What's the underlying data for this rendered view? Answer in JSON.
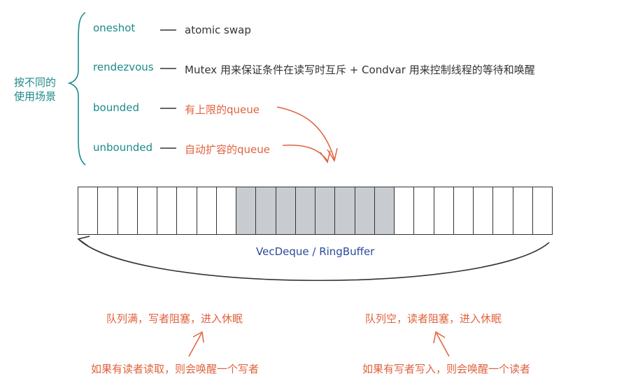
{
  "category": {
    "line1": "按不同的",
    "line2": "使用场景"
  },
  "channels": [
    {
      "name": "oneshot",
      "desc": "atomic swap"
    },
    {
      "name": "rendezvous",
      "desc": "Mutex 用来保证条件在读写时互斥 + Condvar 用来控制线程的等待和唤醒"
    },
    {
      "name": "bounded",
      "desc": "有上限的queue"
    },
    {
      "name": "unbounded",
      "desc": "自动扩容的queue"
    }
  ],
  "buffer": {
    "label": "VecDeque / RingBuffer",
    "cells": [
      false,
      false,
      false,
      false,
      false,
      false,
      false,
      false,
      true,
      true,
      true,
      true,
      true,
      true,
      true,
      true,
      false,
      false,
      false,
      false,
      false,
      false,
      false,
      false
    ]
  },
  "notes": {
    "full": "队列满，写者阻塞，进入休眠",
    "empty": "队列空，读者阻塞，进入休眠",
    "wake_writer": "如果有读者读取，则会唤醒一个写者",
    "wake_reader": "如果有写者写入，则会唤醒一个读者"
  },
  "colors": {
    "teal": "#1c8a8a",
    "orange": "#e0623d",
    "blue": "#2b4a9a",
    "cell_filled": "#c8cbcf"
  }
}
